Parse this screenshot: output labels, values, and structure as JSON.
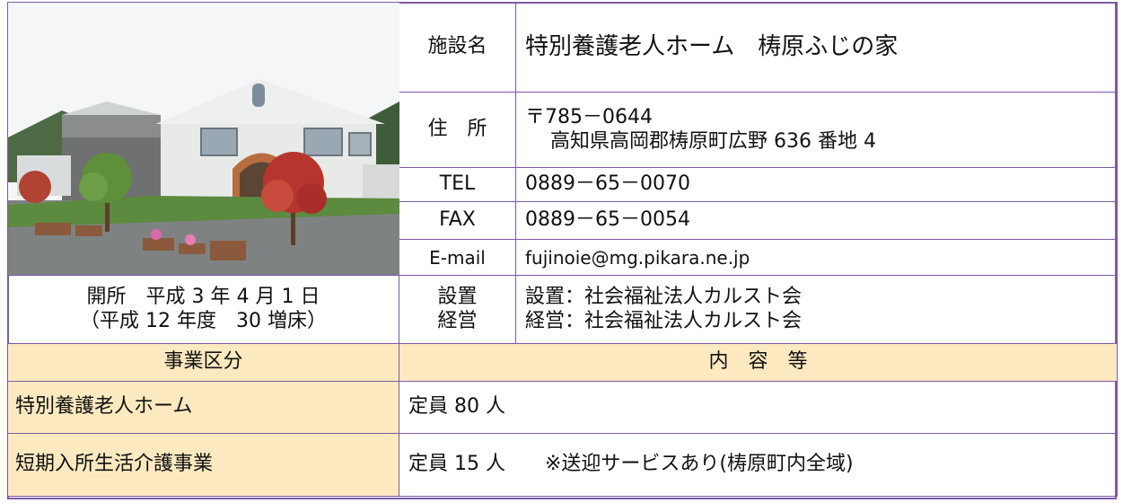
{
  "facility": {
    "name_label": "施設名",
    "name_value": "特別養護老人ホーム　梼原ふじの家",
    "address_label": "住　所",
    "address_postal": "〒785－0644",
    "address_line": "高知県高岡郡梼原町広野 636 番地 4",
    "tel_label": "TEL",
    "tel_value": "0889－65－0070",
    "fax_label": "FAX",
    "fax_value": "0889－65－0054",
    "email_label": "E-mail",
    "email_value": "fujinoie@mg.pikara.ne.jp",
    "setup_label": "設置",
    "operate_label": "経営",
    "setup_value": "設置：社会福祉法人カルスト会",
    "operate_value": "経営：社会福祉法人カルスト会",
    "opening_line1": "開所　平成 3 年 4 月 1 日",
    "opening_line2": "（平成 12 年度　30 増床）"
  },
  "services": {
    "header_category": "事業区分",
    "header_content": "内　容　等",
    "rows": [
      {
        "name": "特別養護老人ホーム",
        "content": "定員 80 人"
      },
      {
        "name": "短期入所生活介護事業",
        "content": "定員 15 人　　※送迎サービスあり(梼原町内全域)"
      }
    ]
  },
  "colors": {
    "border": "#7b5aa6",
    "header_bg": "#fde9c0"
  }
}
